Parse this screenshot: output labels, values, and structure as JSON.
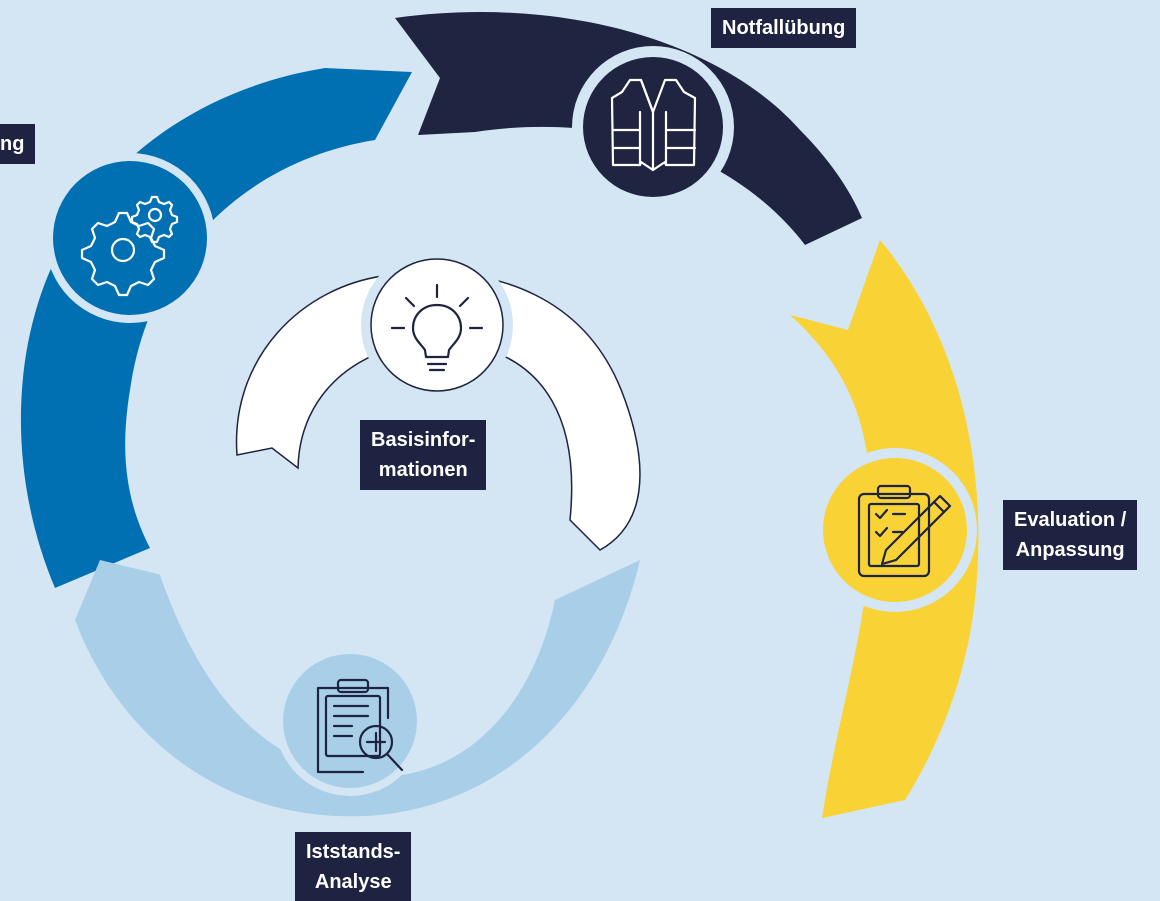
{
  "steps": {
    "notfall": {
      "label": "Notfallübung",
      "icon": "safety-vest-icon",
      "color": "#1f2440"
    },
    "evaluation": {
      "line1": "Evaluation /",
      "line2": "Anpassung",
      "icon": "clipboard-pencil-icon",
      "color": "#f9d236"
    },
    "analyse": {
      "line1": "Iststands-",
      "line2": "Analyse",
      "icon": "clipboard-magnifier-icon",
      "color": "#a9cfe8"
    },
    "umsetzung": {
      "label_visible": "ng",
      "icon": "gears-icon",
      "color": "#0170b3"
    },
    "basis": {
      "line1": "Basisinfor-",
      "line2": "mationen",
      "icon": "lightbulb-icon",
      "color": "#ffffff"
    }
  },
  "colors": {
    "background": "#d4e6f3",
    "label_background": "#1d2340",
    "label_text": "#ffffff",
    "icon_stroke": "#1d2340"
  }
}
